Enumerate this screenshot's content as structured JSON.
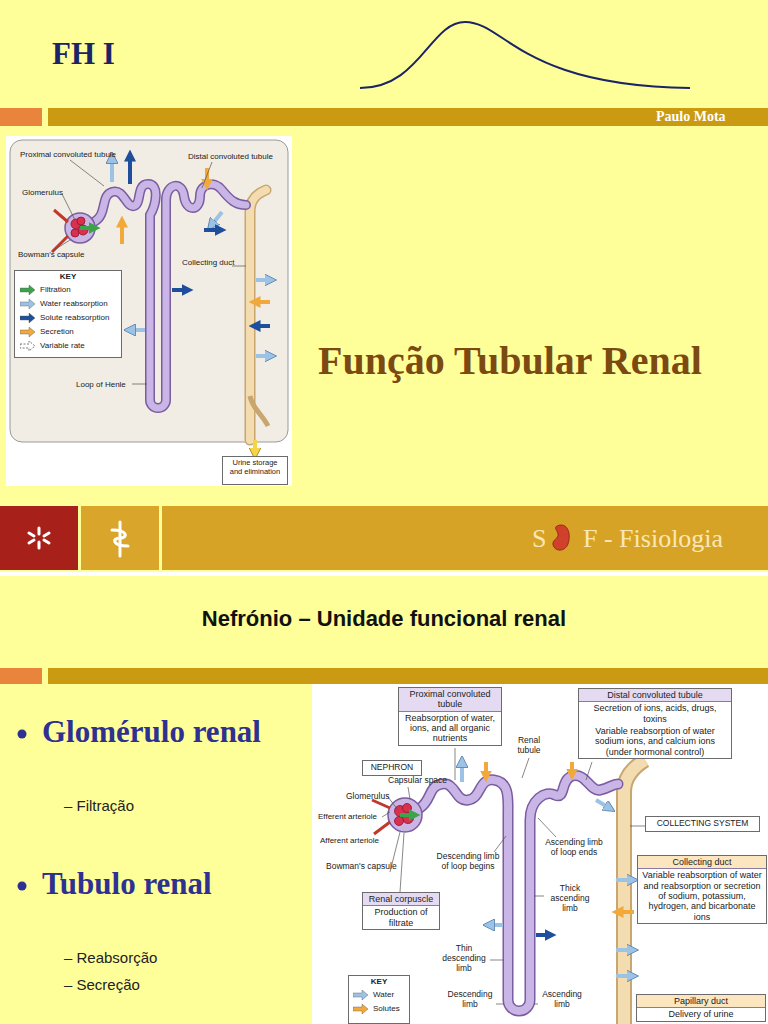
{
  "diagram": {
    "title": "Função Tubular Renal",
    "nodes": [
      {
        "text": [
          "KEY"
        ]
      },
      {
        "text": [
          "Urine storage and elimination"
        ]
      },
      {
        "text": [
          "Proximal convoluted tubule",
          "Reabsorption of water, ions, and all organic nutrients"
        ]
      },
      {
        "text": [
          "Distal convoluted tubule",
          "Secretion of ions, acids, drugs, toxins",
          "Variable reabsorption of water sodium ions, and calcium ions (under hormonal control)"
        ]
      },
      {
        "text": [
          "NEPHRON"
        ]
      },
      {
        "text": [
          "COLLECTING SYSTEM"
        ]
      },
      {
        "text": [
          "Collecting duct",
          "Variable reabsorption of water and reabsorption or secretion of sodium, potassium, hydrogen, and bicarbonate ions"
        ]
      },
      {
        "text": [
          "Renal corpuscle",
          "Production of filtrate"
        ]
      },
      {
        "text": [
          "KEY"
        ]
      },
      {
        "text": [
          "Papillary duct",
          "Delivery of urine"
        ]
      }
    ],
    "labels": [
      "FH I",
      "Paulo Mota",
      "Proximal convoluted tubule",
      "Glomerulus",
      "Bowman's capsule",
      "Distal convoluted tubule",
      "Collecting duct",
      "Loop of Henle",
      "S",
      "F - Fisiologia",
      "Nefrónio – Unidade funcional renal",
      "Glomérulo renal",
      "– Filtração",
      "Tubulo renal",
      "– Reabsorção",
      "– Secreção",
      "Capsular space",
      "Glomerulus",
      "Efferent arteriole",
      "Afferent arteriole",
      "Bowman's capsule",
      "Renal tubule",
      "Descending limb of loop begins",
      "Ascending limb of loop ends",
      "Thick ascending limb",
      "Thin descending limb",
      "Descending limb",
      "Ascending limb"
    ],
    "legend": [
      {
        "text": "Filtration",
        "color": "#3ba34a"
      },
      {
        "text": "Water reabsorption",
        "color": "#9cc3e6"
      },
      {
        "text": "Solute reabsorption",
        "color": "#1f4e9c"
      },
      {
        "text": "Secretion",
        "color": "#f2a93b"
      },
      {
        "text": "Variable rate"
      },
      {
        "text": "Water",
        "color": "#9cc3e6"
      },
      {
        "text": "Solutes",
        "color": "#f2a93b"
      }
    ]
  }
}
